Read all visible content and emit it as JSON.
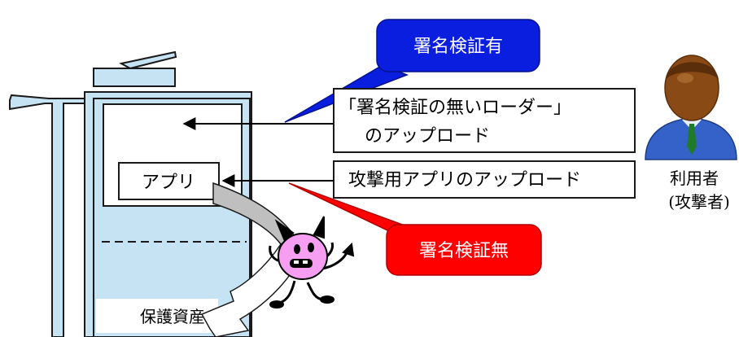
{
  "callouts": {
    "signature_verified": "署名検証有",
    "signature_unverified": "署名検証無"
  },
  "upload_boxes": {
    "loader_line1": "「署名検証の無いローダー」",
    "loader_line2": "のアップロード",
    "attack_app": "攻撃用アプリのアップロード"
  },
  "device": {
    "app_label": "アプリ",
    "protected_asset_label": "保護資産"
  },
  "user": {
    "line1": "利用者",
    "line2": "(攻撃者)"
  },
  "colors": {
    "verified_callout": "#0a1ee0",
    "unverified_callout": "#ff0000",
    "device_fill": "#c6e3f3",
    "device_stroke": "#1a1a1a",
    "attacker_fill": "#f59ef2",
    "user_suit": "#3462c8",
    "user_skin": "#8a4a16"
  },
  "icons": {
    "attacker": "devil-icon",
    "user": "user-avatar-icon",
    "device": "multifunction-printer-icon"
  }
}
